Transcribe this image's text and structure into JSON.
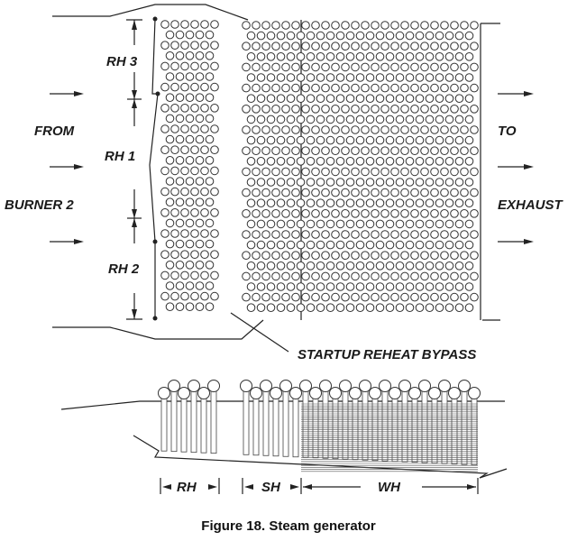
{
  "labels": {
    "from": "FROM",
    "burner": "BURNER 2",
    "to": "TO",
    "exhaust": "EXHAUST",
    "rh3": "RH 3",
    "rh1": "RH 1",
    "rh2": "RH 2",
    "bypass": "STARTUP REHEAT BYPASS",
    "rh": "RH",
    "sh": "SH",
    "wh": "WH"
  },
  "caption": "Figure 18.  Steam generator",
  "colors": {
    "line": "#222222",
    "background": "#ffffff"
  }
}
